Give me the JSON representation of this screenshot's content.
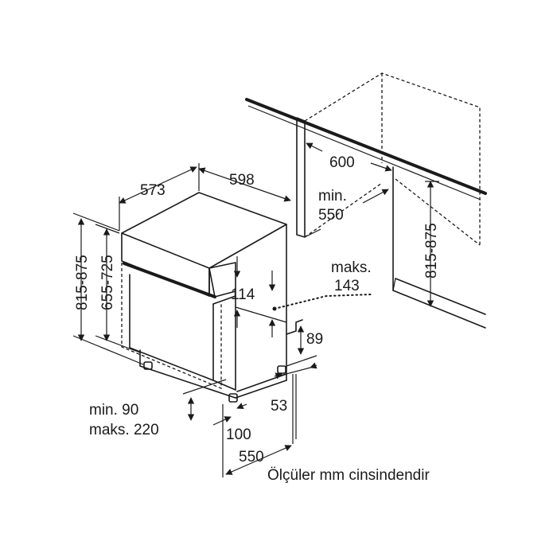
{
  "labels": {
    "depth_top": "573",
    "width_top": "598",
    "niche_width": "600",
    "niche_depth_min": "min.",
    "niche_depth_val": "550",
    "niche_height": "815-875",
    "total_height": "815-875",
    "body_height": "655-725",
    "panel_maks": "maks.",
    "panel_maks_val": "143",
    "panel_114": "114",
    "plinth_89": "89",
    "foot_53": "53",
    "plinth_min": "min. 90",
    "plinth_maks": "maks. 220",
    "foot_100": "100",
    "depth_bottom": "550",
    "units_note": "Ölçüler mm cinsindendir"
  }
}
